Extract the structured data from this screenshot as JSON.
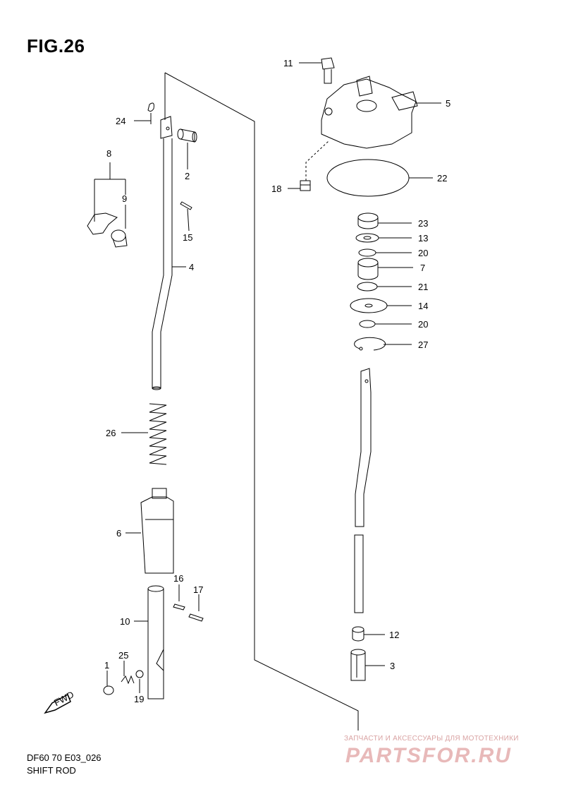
{
  "title": "FIG.26",
  "caption": {
    "model_code": "DF60 70 E03_026",
    "name": "SHIFT ROD"
  },
  "watermark": {
    "tagline": "ЗАПЧАСТИ И АКСЕССУАРЫ ДЛЯ МОТОТЕХНИКИ",
    "brand": "PARTSFOR.RU"
  },
  "fwd_label": "FWD",
  "callouts": {
    "p1": "1",
    "p2": "2",
    "p3": "3",
    "p4": "4",
    "p5": "5",
    "p6": "6",
    "p7": "7",
    "p8": "8",
    "p9": "9",
    "p10": "10",
    "p11": "11",
    "p12": "12",
    "p13": "13",
    "p14": "14",
    "p15": "15",
    "p16": "16",
    "p17": "17",
    "p18": "18",
    "p19": "19",
    "p20a": "20",
    "p20b": "20",
    "p21": "21",
    "p22": "22",
    "p23": "23",
    "p24": "24",
    "p25": "25",
    "p26": "26",
    "p27": "27"
  }
}
